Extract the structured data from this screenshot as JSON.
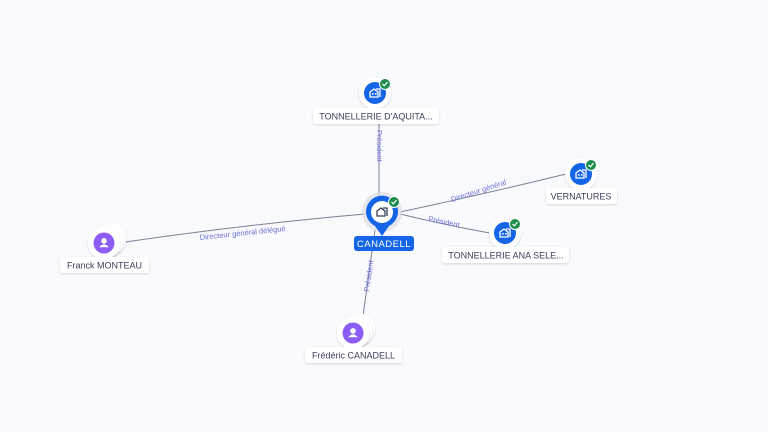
{
  "colors": {
    "accent": "#1565e8",
    "person": "#8b5cf6",
    "check": "#1e8e4e",
    "edge_label": "#6b6fd6"
  },
  "center": {
    "label": "CANADELL",
    "icon": "company-icon"
  },
  "nodes": [
    {
      "label": "TONNELLERIE D'AQUITA...",
      "type": "company",
      "verified": true
    },
    {
      "label": "VERNATURES",
      "type": "company",
      "verified": true
    },
    {
      "label": "TONNELLERIE ANA SELE...",
      "type": "company",
      "verified": true
    },
    {
      "label": "Franck MONTEAU",
      "type": "person"
    },
    {
      "label": "Frédéric CANADELL",
      "type": "person"
    }
  ],
  "edges": [
    {
      "label": "Président",
      "to": "TONNELLERIE D'AQUITA..."
    },
    {
      "label": "Directeur général",
      "to": "VERNATURES"
    },
    {
      "label": "Président",
      "to": "TONNELLERIE ANA SELE..."
    },
    {
      "label": "Directeur général délégué",
      "from": "Franck MONTEAU"
    },
    {
      "label": "Président",
      "from": "Frédéric CANADELL"
    }
  ]
}
